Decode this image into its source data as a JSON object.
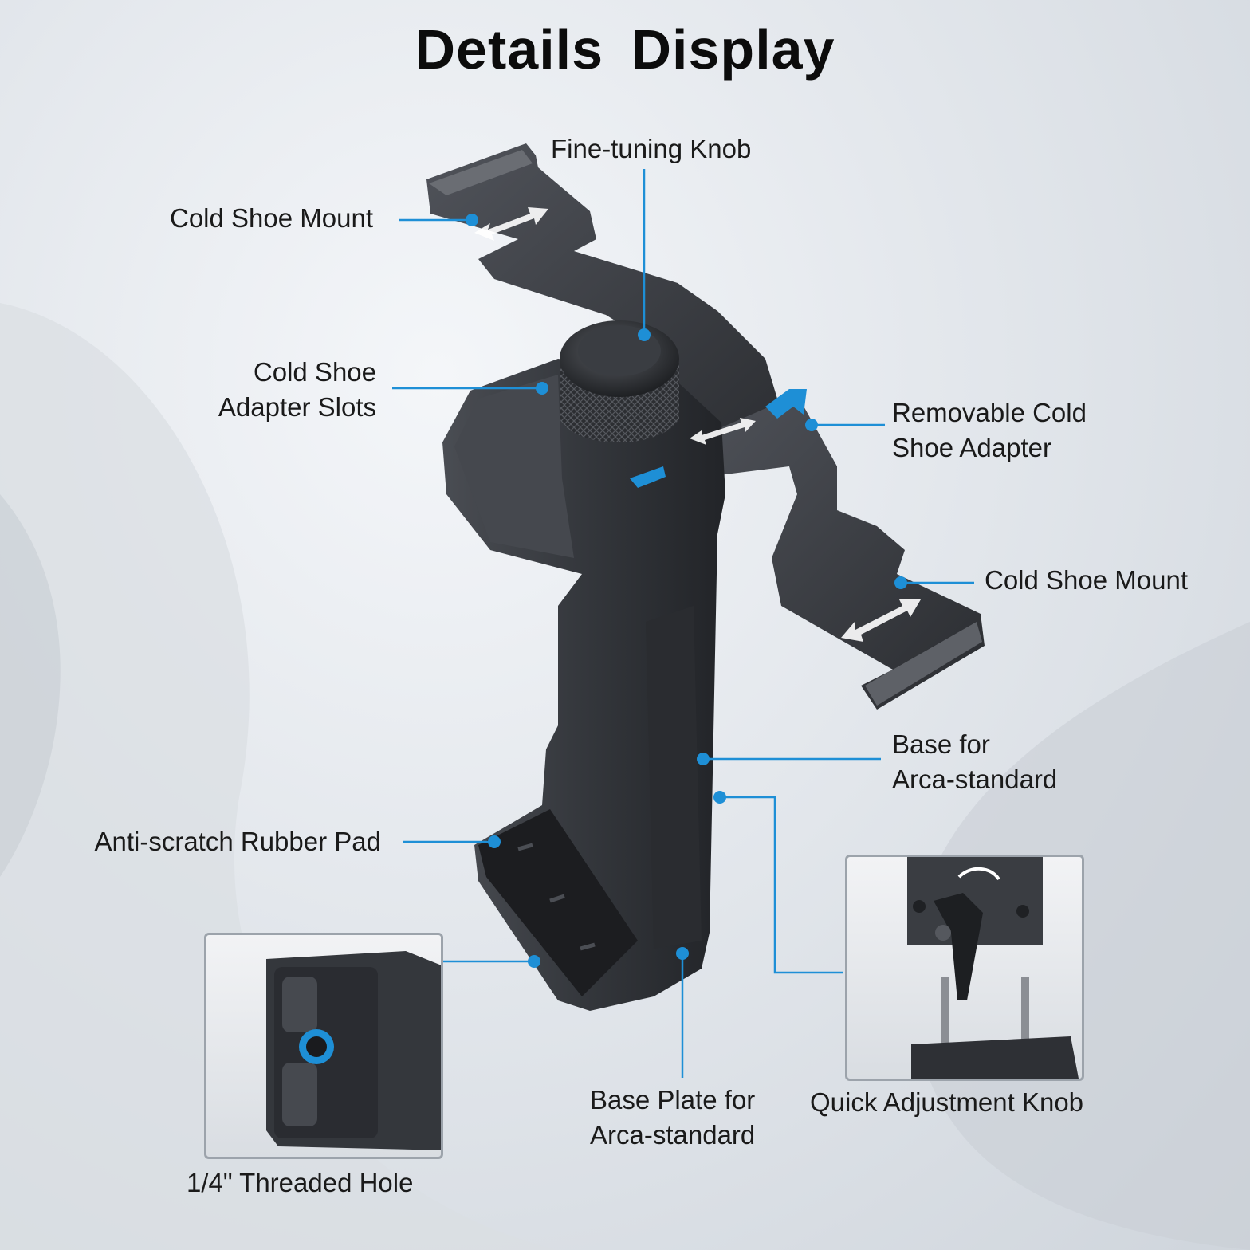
{
  "title": "Details   Display",
  "labels": {
    "cold_shoe_mount_left": "Cold Shoe Mount",
    "fine_tuning_knob": "Fine-tuning Knob",
    "cold_shoe_adapter_slots": [
      "Cold Shoe",
      "Adapter Slots"
    ],
    "removable_cold_shoe_adapter": [
      "Removable Cold",
      "Shoe Adapter"
    ],
    "cold_shoe_mount_right": "Cold Shoe Mount",
    "base_for_arca": [
      "Base for",
      "Arca-standard"
    ],
    "anti_scratch_pad": "Anti-scratch Rubber Pad",
    "base_plate_arca": [
      "Base Plate for",
      "Arca-standard"
    ],
    "quick_adjustment_knob": "Quick Adjustment Knob",
    "threaded_hole": "1/4\" Threaded Hole"
  },
  "colors": {
    "accent": "#1e8fd6",
    "metal_dark": "#2b2d31",
    "metal_mid": "#3d4046",
    "text": "#1a1a1a"
  },
  "icons": [
    "double-arrow-icon",
    "direction-arrow-icon"
  ]
}
